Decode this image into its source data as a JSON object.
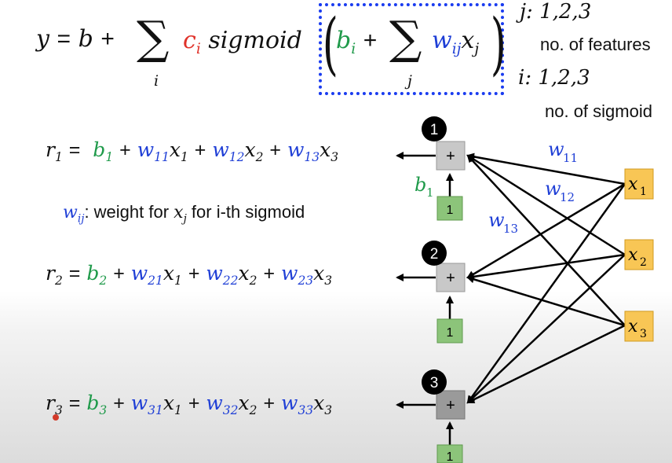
{
  "formula": {
    "lhs": "y",
    "equals": "=",
    "b": "b",
    "plus1": "+",
    "sum_symbol": "∑",
    "sum_index_i": "i",
    "c": "c",
    "c_sub": "i",
    "sigmoid": "sigmoid",
    "paren_left": "(",
    "bi": "b",
    "bi_sub": "i",
    "plus2": "+",
    "sum_index_j": "j",
    "w": "w",
    "w_sub": "ij",
    "x": "x",
    "x_sub": "j",
    "paren_right": ")"
  },
  "notes": {
    "j_label": "j: 1,2,3",
    "j_desc": "no. of features",
    "i_label": "i: 1,2,3",
    "i_desc": "no. of sigmoid"
  },
  "equations": [
    {
      "lhs": "r",
      "lhs_sub": "1",
      "eq": "=",
      "b": "b",
      "b_sub": "1",
      "terms": [
        {
          "w": "w",
          "w_sub": "11",
          "x": "x",
          "x_sub": "1"
        },
        {
          "w": "w",
          "w_sub": "12",
          "x": "x",
          "x_sub": "2"
        },
        {
          "w": "w",
          "w_sub": "13",
          "x": "x",
          "x_sub": "3"
        }
      ]
    },
    {
      "lhs": "r",
      "lhs_sub": "2",
      "eq": "=",
      "b": "b",
      "b_sub": "2",
      "terms": [
        {
          "w": "w",
          "w_sub": "21",
          "x": "x",
          "x_sub": "1"
        },
        {
          "w": "w",
          "w_sub": "22",
          "x": "x",
          "x_sub": "2"
        },
        {
          "w": "w",
          "w_sub": "23",
          "x": "x",
          "x_sub": "3"
        }
      ]
    },
    {
      "lhs": "r",
      "lhs_sub": "3",
      "eq": "=",
      "b": "b",
      "b_sub": "3",
      "terms": [
        {
          "w": "w",
          "w_sub": "31",
          "x": "x",
          "x_sub": "1"
        },
        {
          "w": "w",
          "w_sub": "32",
          "x": "x",
          "x_sub": "2"
        },
        {
          "w": "w",
          "w_sub": "33",
          "x": "x",
          "x_sub": "3"
        }
      ]
    }
  ],
  "weight_note": {
    "w": "w",
    "w_sub": "ij",
    "text1": ": weight for ",
    "x": "x",
    "x_sub": "j",
    "text2": " for i-th sigmoid"
  },
  "diagram": {
    "circles": [
      "1",
      "2",
      "3"
    ],
    "sum_nodes": [
      "+",
      "+",
      "+"
    ],
    "bias_boxes": [
      "1",
      "1",
      "1"
    ],
    "bias_label": {
      "b": "b",
      "sub": "1"
    },
    "inputs": [
      {
        "x": "x",
        "sub": "1"
      },
      {
        "x": "x",
        "sub": "2"
      },
      {
        "x": "x",
        "sub": "3"
      }
    ],
    "weight_labels": [
      {
        "w": "w",
        "sub": "11"
      },
      {
        "w": "w",
        "sub": "12"
      },
      {
        "w": "w",
        "sub": "13"
      }
    ],
    "colors": {
      "sum_node": "#c8c8c8",
      "bias_box": "#8cc47a",
      "input_box": "#f8c655",
      "circle": "#000000"
    }
  }
}
